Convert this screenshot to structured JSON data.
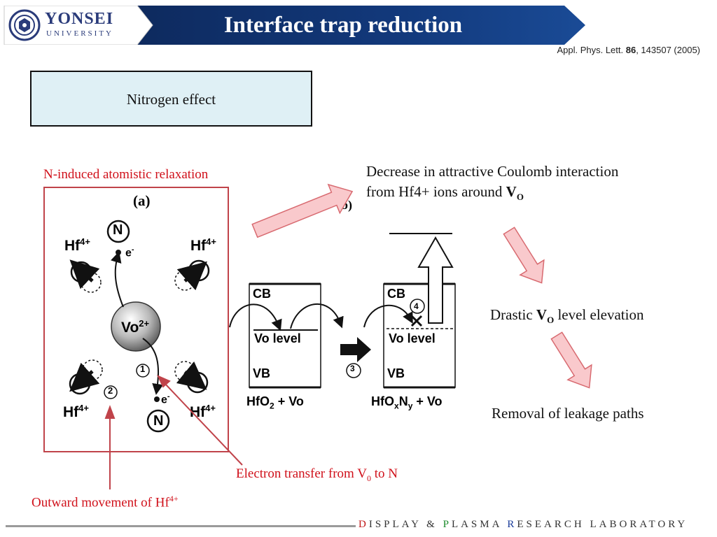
{
  "header": {
    "title": "Interface trap reduction",
    "logo_main": "YONSEI",
    "logo_sub": "UNIVERSITY",
    "citation_prefix": "Appl. Phys. Lett. ",
    "citation_volume": "86",
    "citation_suffix": ", 143507 (2005)"
  },
  "box": {
    "label": "Nitrogen effect"
  },
  "annotations": {
    "relaxation": "N-induced atomistic relaxation",
    "coulomb_line1": "Decrease in attractive Coulomb interaction",
    "coulomb_line2": "from Hf4+ ions around ",
    "vo_v": "V",
    "vo_sub": "O",
    "elevation_pre": "Drastic ",
    "elevation_post": " level elevation",
    "removal": "Removal of leakage paths",
    "electron_pre": "Electron transfer from V",
    "electron_sub": "0",
    "electron_post": " to N",
    "outward_pre": "Outward movement of Hf",
    "outward_sup": "4+"
  },
  "figure_a": {
    "panel": "(a)",
    "hf": "Hf",
    "hf_charge": "4+",
    "n": "N",
    "electron": "e",
    "electron_charge": "-",
    "vo": "Vo",
    "vo_charge": "2+",
    "step1": "1",
    "step2": "2"
  },
  "figure_b": {
    "panel": "b)",
    "cb": "CB",
    "vb": "VB",
    "vo_level": "Vo level",
    "left_caption_pre": "HfO",
    "left_caption_sub": "2",
    "left_caption_post": " + Vo",
    "right_caption_pre": "HfO",
    "right_caption_sub1": "x",
    "right_caption_mid": "N",
    "right_caption_sub2": "y",
    "right_caption_post": " + Vo",
    "step3": "3",
    "step4": "4"
  },
  "footer": {
    "d": "D",
    "isplay": "ISPLAY",
    "amp": "&",
    "p": "P",
    "lasma": "LASMA",
    "r": "R",
    "esearch": "ESEARCH",
    "laboratory": "LABORATORY"
  },
  "colors": {
    "header_navy": "#10306a",
    "label_red": "#d0101a",
    "pink_arrow": "#f9c9cc",
    "pink_arrow_border": "#d86a70",
    "box_fill": "#dff0f5",
    "footer_red": "#c01818",
    "footer_green": "#1a8a2a",
    "footer_blue": "#1a3c9a"
  }
}
